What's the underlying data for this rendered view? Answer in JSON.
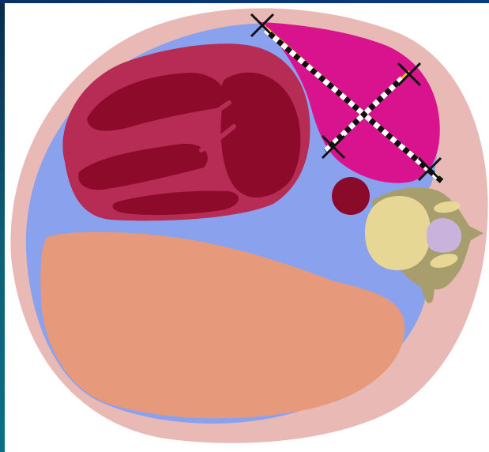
{
  "figure": {
    "colors": {
      "background": "#ffffff",
      "frame_edge": "#0a4a72",
      "body_wall": "#e9b9b6",
      "fat_cavity": "#8aa2ee",
      "heart_outer": "#b72c55",
      "heart_chambers": "#8e0a2a",
      "mass": "#d8138d",
      "aorta": "#8a0a2a",
      "vertebra_body": "#e6d795",
      "vertebra_arch": "#a89d6c",
      "spinal_canal": "#c9b3dd",
      "liver": "#e79a7b",
      "measure_line": "#f2c20f",
      "caliper_dash": "#ffffff",
      "caliper_marker": "#111111"
    },
    "structures": [
      "body-wall",
      "mediastinal-fat",
      "heart",
      "anterior-mediastinal-mass",
      "descending-aorta",
      "vertebra",
      "liver"
    ],
    "measurements": [
      {
        "id": "long-axis",
        "marker_icon": "cross-mark-icon"
      },
      {
        "id": "short-axis",
        "marker_icon": "cross-mark-icon"
      }
    ]
  }
}
